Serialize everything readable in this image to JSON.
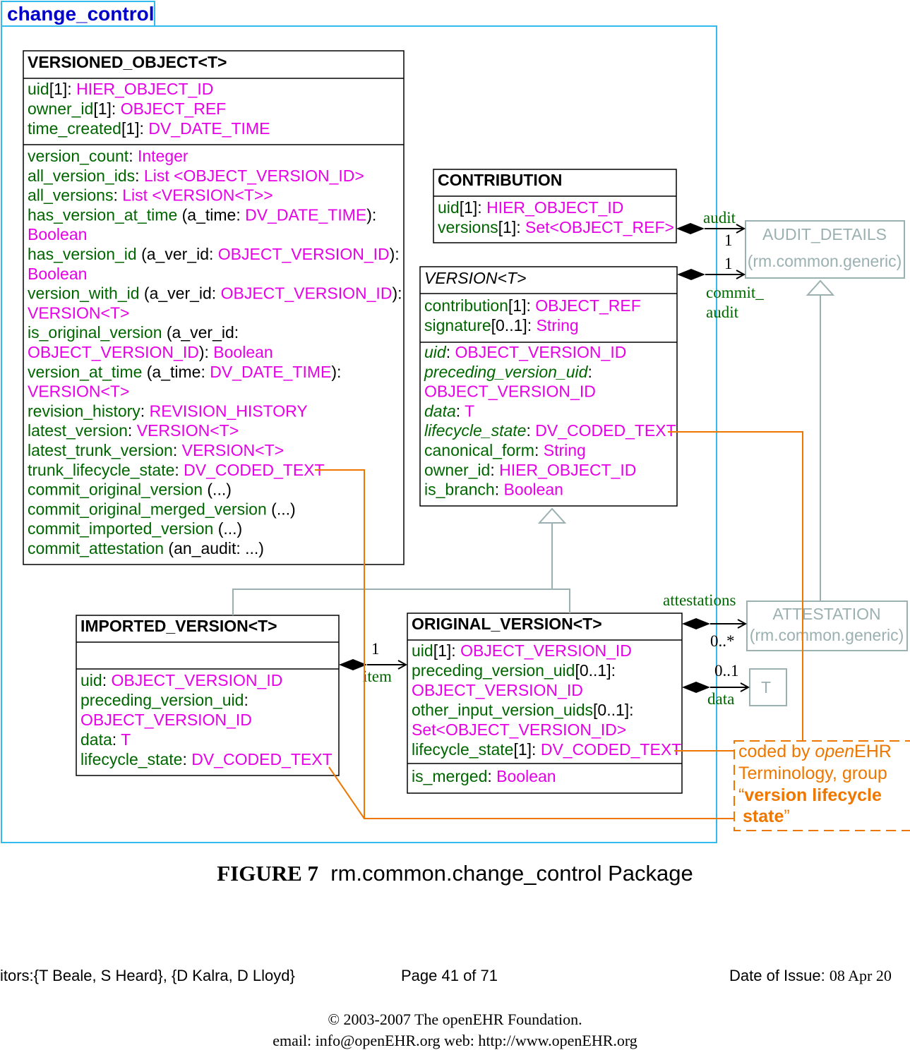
{
  "package": {
    "name": "change_control"
  },
  "colors": {
    "attr": "#006600",
    "type": "#e600e6",
    "frame": "#33bbee",
    "pkg_name": "#0000cc",
    "external": "#9bb0b0",
    "orange": "#ee7700"
  },
  "classes": {
    "versioned_object": {
      "name": "VERSIONED_OBJECT<T>",
      "attributes": [
        [
          {
            "t": "a",
            "v": "uid"
          },
          {
            "t": "p",
            "v": "[1]: "
          },
          {
            "t": "y",
            "v": "HIER_OBJECT_ID"
          }
        ],
        [
          {
            "t": "a",
            "v": "owner_id"
          },
          {
            "t": "p",
            "v": "[1]: "
          },
          {
            "t": "y",
            "v": "OBJECT_REF"
          }
        ],
        [
          {
            "t": "a",
            "v": "time_created"
          },
          {
            "t": "p",
            "v": "[1]: "
          },
          {
            "t": "y",
            "v": "DV_DATE_TIME"
          }
        ]
      ],
      "functions": [
        [
          {
            "t": "a",
            "v": "version_count"
          },
          {
            "t": "p",
            "v": ": "
          },
          {
            "t": "y",
            "v": "Integer"
          }
        ],
        [
          {
            "t": "a",
            "v": "all_version_ids"
          },
          {
            "t": "p",
            "v": ": "
          },
          {
            "t": "y",
            "v": "List <OBJECT_VERSION_ID>"
          }
        ],
        [
          {
            "t": "a",
            "v": "all_versions"
          },
          {
            "t": "p",
            "v": ": "
          },
          {
            "t": "y",
            "v": "List <VERSION<T>>"
          }
        ],
        [
          {
            "t": "a",
            "v": "has_version_at_time"
          },
          {
            "t": "p",
            "v": " (a_time: "
          },
          {
            "t": "y",
            "v": "DV_DATE_TIME"
          },
          {
            "t": "p",
            "v": "):"
          }
        ],
        [
          {
            "t": "y",
            "v": "Boolean"
          }
        ],
        [
          {
            "t": "a",
            "v": "has_version_id"
          },
          {
            "t": "p",
            "v": " (a_ver_id: "
          },
          {
            "t": "y",
            "v": "OBJECT_VERSION_ID"
          },
          {
            "t": "p",
            "v": "):"
          }
        ],
        [
          {
            "t": "y",
            "v": "Boolean"
          }
        ],
        [
          {
            "t": "a",
            "v": "version_with_id"
          },
          {
            "t": "p",
            "v": " (a_ver_id: "
          },
          {
            "t": "y",
            "v": "OBJECT_VERSION_ID"
          },
          {
            "t": "p",
            "v": "):"
          }
        ],
        [
          {
            "t": "y",
            "v": "VERSION<T>"
          }
        ],
        [
          {
            "t": "a",
            "v": "is_original_version"
          },
          {
            "t": "p",
            "v": " (a_ver_id:"
          }
        ],
        [
          {
            "t": "y",
            "v": "OBJECT_VERSION_ID"
          },
          {
            "t": "p",
            "v": "): "
          },
          {
            "t": "y",
            "v": "Boolean"
          }
        ],
        [
          {
            "t": "a",
            "v": "version_at_time"
          },
          {
            "t": "p",
            "v": " (a_time: "
          },
          {
            "t": "y",
            "v": "DV_DATE_TIME"
          },
          {
            "t": "p",
            "v": "):"
          }
        ],
        [
          {
            "t": "y",
            "v": "VERSION<T>"
          }
        ],
        [
          {
            "t": "a",
            "v": "revision_history"
          },
          {
            "t": "p",
            "v": ": "
          },
          {
            "t": "y",
            "v": "REVISION_HISTORY"
          }
        ],
        [
          {
            "t": "a",
            "v": "latest_version"
          },
          {
            "t": "p",
            "v": ": "
          },
          {
            "t": "y",
            "v": "VERSION<T>"
          }
        ],
        [
          {
            "t": "a",
            "v": "latest_trunk_version"
          },
          {
            "t": "p",
            "v": ": "
          },
          {
            "t": "y",
            "v": "VERSION<T>"
          }
        ],
        [
          {
            "t": "a",
            "v": "trunk_lifecycle_state"
          },
          {
            "t": "p",
            "v": ": "
          },
          {
            "t": "y",
            "v": "DV_CODED_TEXT"
          }
        ],
        [
          {
            "t": "a",
            "v": "commit_original_version"
          },
          {
            "t": "p",
            "v": " (...)"
          }
        ],
        [
          {
            "t": "a",
            "v": "commit_original_merged_version"
          },
          {
            "t": "p",
            "v": " (...)"
          }
        ],
        [
          {
            "t": "a",
            "v": "commit_imported_version"
          },
          {
            "t": "p",
            "v": " (...)"
          }
        ],
        [
          {
            "t": "a",
            "v": "commit_attestation"
          },
          {
            "t": "p",
            "v": " (an_audit: ...)"
          }
        ]
      ]
    },
    "contribution": {
      "name": "CONTRIBUTION",
      "attributes": [
        [
          {
            "t": "a",
            "v": "uid"
          },
          {
            "t": "p",
            "v": "[1]: "
          },
          {
            "t": "y",
            "v": "HIER_OBJECT_ID"
          }
        ],
        [
          {
            "t": "a",
            "v": "versions"
          },
          {
            "t": "p",
            "v": "[1]: "
          },
          {
            "t": "y",
            "v": "Set<OBJECT_REF>"
          }
        ]
      ]
    },
    "version": {
      "name": "VERSION<T>",
      "attributes": [
        [
          {
            "t": "a",
            "v": "contribution"
          },
          {
            "t": "p",
            "v": "[1]: "
          },
          {
            "t": "y",
            "v": "OBJECT_REF"
          }
        ],
        [
          {
            "t": "a",
            "v": "signature"
          },
          {
            "t": "p",
            "v": "[0..1]: "
          },
          {
            "t": "y",
            "v": "String"
          }
        ]
      ],
      "functions": [
        [
          {
            "t": "ai",
            "v": "uid"
          },
          {
            "t": "p",
            "v": ": "
          },
          {
            "t": "y",
            "v": "OBJECT_VERSION_ID"
          }
        ],
        [
          {
            "t": "ai",
            "v": "preceding_version_uid"
          },
          {
            "t": "p",
            "v": ":"
          }
        ],
        [
          {
            "t": "y",
            "v": "OBJECT_VERSION_ID"
          }
        ],
        [
          {
            "t": "ai",
            "v": "data"
          },
          {
            "t": "p",
            "v": ": "
          },
          {
            "t": "y",
            "v": "T"
          }
        ],
        [
          {
            "t": "ai",
            "v": "lifecycle_state"
          },
          {
            "t": "p",
            "v": ": "
          },
          {
            "t": "y",
            "v": "DV_CODED_TEXT"
          }
        ],
        [
          {
            "t": "a",
            "v": "canonical_form"
          },
          {
            "t": "p",
            "v": ": "
          },
          {
            "t": "y",
            "v": "String"
          }
        ],
        [
          {
            "t": "a",
            "v": "owner_id"
          },
          {
            "t": "p",
            "v": ": "
          },
          {
            "t": "y",
            "v": "HIER_OBJECT_ID"
          }
        ],
        [
          {
            "t": "a",
            "v": "is_branch"
          },
          {
            "t": "p",
            "v": ": "
          },
          {
            "t": "y",
            "v": "Boolean"
          }
        ]
      ]
    },
    "imported_version": {
      "name": "IMPORTED_VERSION<T>",
      "functions": [
        [
          {
            "t": "a",
            "v": "uid"
          },
          {
            "t": "p",
            "v": ": "
          },
          {
            "t": "y",
            "v": "OBJECT_VERSION_ID"
          }
        ],
        [
          {
            "t": "a",
            "v": "preceding_version_uid"
          },
          {
            "t": "p",
            "v": ":"
          }
        ],
        [
          {
            "t": "y",
            "v": "OBJECT_VERSION_ID"
          }
        ],
        [
          {
            "t": "a",
            "v": "data"
          },
          {
            "t": "p",
            "v": ": "
          },
          {
            "t": "y",
            "v": "T"
          }
        ],
        [
          {
            "t": "a",
            "v": "lifecycle_state"
          },
          {
            "t": "p",
            "v": ": "
          },
          {
            "t": "y",
            "v": "DV_CODED_TEXT"
          }
        ]
      ]
    },
    "original_version": {
      "name": "ORIGINAL_VERSION<T>",
      "attributes": [
        [
          {
            "t": "a",
            "v": "uid"
          },
          {
            "t": "p",
            "v": "[1]: "
          },
          {
            "t": "y",
            "v": "OBJECT_VERSION_ID"
          }
        ],
        [
          {
            "t": "a",
            "v": "preceding_version_uid"
          },
          {
            "t": "p",
            "v": "[0..1]:"
          }
        ],
        [
          {
            "t": "y",
            "v": "OBJECT_VERSION_ID"
          }
        ],
        [
          {
            "t": "a",
            "v": "other_input_version_uids"
          },
          {
            "t": "p",
            "v": "[0..1]:"
          }
        ],
        [
          {
            "t": "y",
            "v": "Set<OBJECT_VERSION_ID>"
          }
        ],
        [
          {
            "t": "a",
            "v": "lifecycle_state"
          },
          {
            "t": "p",
            "v": "[1]: "
          },
          {
            "t": "y",
            "v": "DV_CODED_TEXT"
          }
        ]
      ],
      "functions": [
        [
          {
            "t": "a",
            "v": "is_merged"
          },
          {
            "t": "p",
            "v": ": "
          },
          {
            "t": "y",
            "v": "Boolean"
          }
        ]
      ]
    },
    "audit_details": {
      "name": "AUDIT_DETAILS",
      "package": "(rm.common.generic)"
    },
    "attestation": {
      "name": "ATTESTATION",
      "package": "(rm.common.generic)"
    },
    "t_param": {
      "name": "T"
    }
  },
  "associations": {
    "audit": {
      "role": "audit",
      "mult": "1"
    },
    "commit_audit": {
      "role1": "commit_",
      "role2": "audit",
      "mult": "1"
    },
    "item": {
      "role": "item",
      "mult": "1"
    },
    "attestations": {
      "role": "attestations",
      "mult": "0..*"
    },
    "data": {
      "role": "data",
      "mult": "0..1"
    }
  },
  "note": {
    "line1_a": "coded by ",
    "line1_b": "open",
    "line1_c": "EHR",
    "line2": "Terminology, group",
    "line3_q": "“",
    "line3_b": "version lifecycle",
    "line4_b": "state",
    "line4_q": "”"
  },
  "caption": {
    "fig": "FIGURE  7",
    "text": "rm.common.change_control Package"
  },
  "footer": {
    "editors": "itors:{T Beale, S Heard}, {D Kalra, D Lloyd}",
    "page": "Page 41 of 71",
    "issue_label": "Date of Issue: ",
    "issue_date": "08 Apr 20",
    "copyright": "© 2003-2007 The openEHR Foundation.",
    "contact": "email: info@openEHR.org web: http://www.openEHR.org"
  }
}
